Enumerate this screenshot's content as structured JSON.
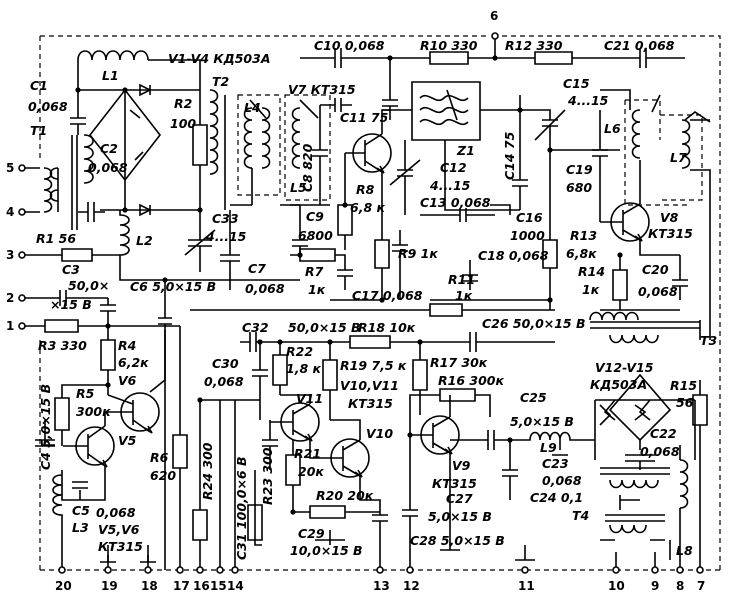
{
  "pins": [
    {
      "id": "p5",
      "label": "5"
    },
    {
      "id": "p4",
      "label": "4"
    },
    {
      "id": "p3",
      "label": "3"
    },
    {
      "id": "p2",
      "label": "2"
    },
    {
      "id": "p1",
      "label": "1"
    },
    {
      "id": "p6",
      "label": "6"
    },
    {
      "id": "p20",
      "label": "20"
    },
    {
      "id": "p19",
      "label": "19"
    },
    {
      "id": "p18",
      "label": "18"
    },
    {
      "id": "p17",
      "label": "17"
    },
    {
      "id": "p16",
      "label": "16"
    },
    {
      "id": "p15",
      "label": "15"
    },
    {
      "id": "p14",
      "label": "14"
    },
    {
      "id": "p13",
      "label": "13"
    },
    {
      "id": "p12",
      "label": "12"
    },
    {
      "id": "p11",
      "label": "11"
    },
    {
      "id": "p10",
      "label": "10"
    },
    {
      "id": "p9",
      "label": "9"
    },
    {
      "id": "p8",
      "label": "8"
    },
    {
      "id": "p7",
      "label": "7"
    }
  ],
  "labels": [
    {
      "id": "l1",
      "text": "L1"
    },
    {
      "id": "v1v4",
      "text": "V1-V4  КД503А"
    },
    {
      "id": "c1",
      "text": "C1"
    },
    {
      "id": "c1v",
      "text": "0,068"
    },
    {
      "id": "t1",
      "text": "T1"
    },
    {
      "id": "t2",
      "text": "T2"
    },
    {
      "id": "c2",
      "text": "C2"
    },
    {
      "id": "c2v",
      "text": "0,068"
    },
    {
      "id": "r2",
      "text": "R2"
    },
    {
      "id": "r2v",
      "text": "100"
    },
    {
      "id": "r1",
      "text": "R1  56"
    },
    {
      "id": "l2",
      "text": "L2"
    },
    {
      "id": "c3",
      "text": "C3"
    },
    {
      "id": "c3v",
      "text": "50,0×"
    },
    {
      "id": "c3v2",
      "text": "×15 В"
    },
    {
      "id": "c6",
      "text": "C6  5,0×15 В"
    },
    {
      "id": "c7",
      "text": "C7"
    },
    {
      "id": "c7v",
      "text": "0,068"
    },
    {
      "id": "c33",
      "text": "C33"
    },
    {
      "id": "c33v",
      "text": "4...15"
    },
    {
      "id": "l4",
      "text": "L4"
    },
    {
      "id": "l5",
      "text": "L5"
    },
    {
      "id": "v7",
      "text": "V7  КТ315"
    },
    {
      "id": "c11",
      "text": "C11  75"
    },
    {
      "id": "c8",
      "text": "C8  820"
    },
    {
      "id": "c9",
      "text": "C9"
    },
    {
      "id": "c9v",
      "text": "6800"
    },
    {
      "id": "r8",
      "text": "R8"
    },
    {
      "id": "r8v",
      "text": "6,8 к"
    },
    {
      "id": "r7",
      "text": "R7"
    },
    {
      "id": "r7v",
      "text": "1к"
    },
    {
      "id": "c10",
      "text": "C10  0,068"
    },
    {
      "id": "r10",
      "text": "R10  330"
    },
    {
      "id": "r12",
      "text": "R12  330"
    },
    {
      "id": "c21",
      "text": "C21  0,068"
    },
    {
      "id": "z1",
      "text": "Z1"
    },
    {
      "id": "c12",
      "text": "C12"
    },
    {
      "id": "c12v",
      "text": "4...15"
    },
    {
      "id": "c13",
      "text": "C13  0,068"
    },
    {
      "id": "c14",
      "text": "C14  75"
    },
    {
      "id": "c15",
      "text": "C15"
    },
    {
      "id": "c15v",
      "text": "4...15"
    },
    {
      "id": "c16",
      "text": "C16"
    },
    {
      "id": "c16v",
      "text": "1000"
    },
    {
      "id": "r9",
      "text": "R9  1к"
    },
    {
      "id": "c17",
      "text": "C17  0,068"
    },
    {
      "id": "c18",
      "text": "C18  0,068"
    },
    {
      "id": "r11",
      "text": "R11"
    },
    {
      "id": "r11v",
      "text": "1к"
    },
    {
      "id": "l6",
      "text": "L6"
    },
    {
      "id": "l7",
      "text": "L7"
    },
    {
      "id": "c19",
      "text": "C19"
    },
    {
      "id": "c19v",
      "text": "680"
    },
    {
      "id": "v8",
      "text": "V8"
    },
    {
      "id": "v8t",
      "text": "КТ315"
    },
    {
      "id": "r13",
      "text": "R13"
    },
    {
      "id": "r13v",
      "text": "6,8к"
    },
    {
      "id": "r14",
      "text": "R14"
    },
    {
      "id": "r14v",
      "text": "1к"
    },
    {
      "id": "c20",
      "text": "C20"
    },
    {
      "id": "c20v",
      "text": "0,068"
    },
    {
      "id": "t3",
      "text": "T3"
    },
    {
      "id": "c26",
      "text": "C26  50,0×15 В"
    },
    {
      "id": "c32",
      "text": "C32"
    },
    {
      "id": "c32v",
      "text": "50,0×15 В"
    },
    {
      "id": "r18",
      "text": "R18  10к"
    },
    {
      "id": "r3",
      "text": "R3  330"
    },
    {
      "id": "r4",
      "text": "R4"
    },
    {
      "id": "r4v",
      "text": "6,2к"
    },
    {
      "id": "v6",
      "text": "V6"
    },
    {
      "id": "r5",
      "text": "R5"
    },
    {
      "id": "r5v",
      "text": "300к"
    },
    {
      "id": "c4",
      "text": "C4  5,0×15 В"
    },
    {
      "id": "v5",
      "text": "V5"
    },
    {
      "id": "r6",
      "text": "R6"
    },
    {
      "id": "r6v",
      "text": "620"
    },
    {
      "id": "c5",
      "text": "C5"
    },
    {
      "id": "c5v",
      "text": "0,068"
    },
    {
      "id": "l3",
      "text": "L3"
    },
    {
      "id": "v5v6",
      "text": "V5,V6"
    },
    {
      "id": "v5v6t",
      "text": "КТ315"
    },
    {
      "id": "c30",
      "text": "C30"
    },
    {
      "id": "c30v",
      "text": "0,068"
    },
    {
      "id": "r22",
      "text": "R22"
    },
    {
      "id": "r22v",
      "text": "1,8 к"
    },
    {
      "id": "r19",
      "text": "R19  7,5 к"
    },
    {
      "id": "v10v11",
      "text": "V10,V11"
    },
    {
      "id": "v10v11t",
      "text": "КТ315"
    },
    {
      "id": "v11",
      "text": "V11"
    },
    {
      "id": "v10",
      "text": "V10"
    },
    {
      "id": "r21",
      "text": "R21"
    },
    {
      "id": "r21v",
      "text": "20к"
    },
    {
      "id": "r20",
      "text": "R20  20к"
    },
    {
      "id": "c29",
      "text": "C29"
    },
    {
      "id": "c29v",
      "text": "10,0×15 В"
    },
    {
      "id": "r24",
      "text": "R24  300"
    },
    {
      "id": "r23",
      "text": "R23  300"
    },
    {
      "id": "c31",
      "text": "C31  100,0×6 В"
    },
    {
      "id": "r17",
      "text": "R17  30к"
    },
    {
      "id": "r16",
      "text": "R16  300к"
    },
    {
      "id": "v9",
      "text": "V9"
    },
    {
      "id": "v9t",
      "text": "КТ315"
    },
    {
      "id": "c27",
      "text": "C27"
    },
    {
      "id": "c27v",
      "text": "5,0×15 В"
    },
    {
      "id": "c28",
      "text": "C28  5,0×15 В"
    },
    {
      "id": "v12v15",
      "text": "V12-V15"
    },
    {
      "id": "v12v15t",
      "text": "КД503А"
    },
    {
      "id": "c25",
      "text": "C25"
    },
    {
      "id": "c25v",
      "text": "5,0×15 В"
    },
    {
      "id": "l9",
      "text": "L9"
    },
    {
      "id": "c23",
      "text": "C23"
    },
    {
      "id": "c23v",
      "text": "0,068"
    },
    {
      "id": "c24",
      "text": "C24  0,1"
    },
    {
      "id": "c22",
      "text": "C22"
    },
    {
      "id": "c22v",
      "text": "0,068"
    },
    {
      "id": "r15",
      "text": "R15"
    },
    {
      "id": "r15v",
      "text": "56"
    },
    {
      "id": "t4",
      "text": "T4"
    },
    {
      "id": "l8",
      "text": "L8"
    }
  ]
}
